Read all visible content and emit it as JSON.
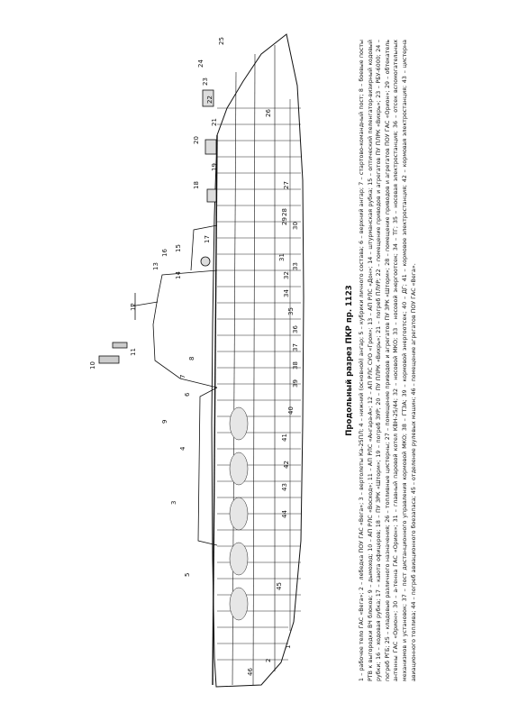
{
  "diagram": {
    "title": "Продольный разрез ПКР пр. 1123",
    "legend": "1 – рабочее тело ГАС «Вега»; 2 – лебедка ПОУ ГАС «Вега»; 3 – вертолеты Ка-25ПЛ; 4 – нижний (основной) ангар; 5 – кубрики личного состава; 6 – верхний ангар; 7 – стартово-командный пост; 8 – боевые посты РТВ к выгородки ВЧ блоков; 9 – дымоход; 10 – АП РЛС «Восход»; 11 – АП РЛС «Ангара-А»; 12 – АП РЛС СУО «Гром»; 13 – АП РЛС «Дон»; 14 – штурманская рубка; 15 – оптический пеленгатор-визирный кодовый рубки; 16 – ходовая рубка; 17 – каюта офицеров; 18 – ПУ ЗРК «Шторм»; 19 – погреб ЗУР; 20 – ПУ ПЛРК «Вихрь»; 21 – погреб ПЛУР; 22 – помещение приводов и агрегатов ПУ ПЛРК «Вихрь»; 23 – РБУ-6000; 24 – погреб РГБ; 25 – кладовые различного назначения; 26 – топливные цистерны; 27 – помещение приводов и агрегатов ПУ ЗРК «Шторм»; 28 – помещение приводов и агрегатов ПОУ ГАС «Орион»; 29 – обтекатель антенны ГАС «Орион»; 30 – а-тенна ГАС «Орион»; 31 – главный паровой котел КВН-25/44; 32 – носовой МКО; 33 – носовой энергоотсек; 34 – ТГ; 35 – носовая электростанция; 36 – отсек вспомогательных механизмов и установок; 37 – пост дистанционного управления кормовой МКО; 38 – ГТЗА; 39 – кормовой энергоотсек; 40 – ДГ; 41 – кормовое электростанция; 42 – кормовая электростанция; 43 – цистерна авиационного топлива; 44 – погреб авиационного боезапаса; 45 – отделение рулевых машин; 46 – помещение агрегатов ПОУ ГАС «Вега».",
    "callouts": [
      "1",
      "2",
      "3",
      "4",
      "5",
      "6",
      "7",
      "8",
      "9",
      "10",
      "11",
      "12",
      "13",
      "14",
      "15",
      "16",
      "17",
      "18",
      "19",
      "20",
      "21",
      "22",
      "23",
      "24",
      "25",
      "26",
      "27",
      "28",
      "29",
      "30",
      "31",
      "32",
      "33",
      "34",
      "35",
      "36",
      "37",
      "38",
      "39",
      "40",
      "41",
      "42",
      "43",
      "44",
      "45",
      "46"
    ]
  }
}
